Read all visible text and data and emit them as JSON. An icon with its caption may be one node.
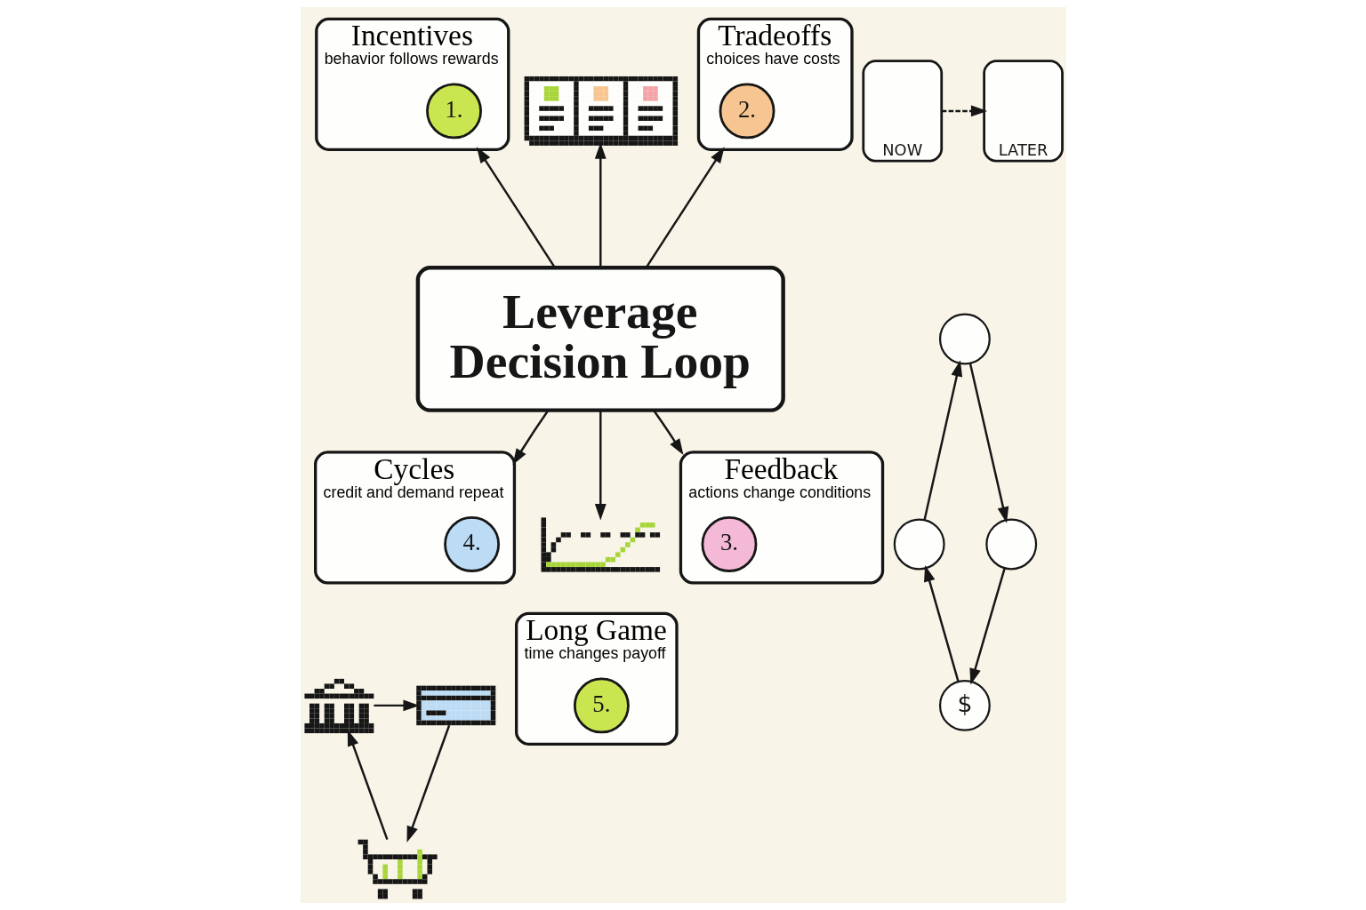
{
  "diagram": {
    "nodes": [
      {
        "text": [],
        "shape": "picture"
      },
      {
        "text": [
          "NOW"
        ]
      },
      {
        "text": [
          "LATER"
        ]
      },
      {
        "text": [
          "Incentives",
          "behavior follows rewards"
        ]
      },
      {
        "text": [
          "1."
        ],
        "in": 3
      },
      {
        "text": [
          "Tradeoffs",
          "choices have costs"
        ]
      },
      {
        "text": [
          "2."
        ],
        "in": 5
      },
      {
        "text": [
          "Leverage Decision Loop"
        ]
      },
      {
        "text": [],
        "shape": "circle"
      },
      {
        "text": [],
        "shape": "circle"
      },
      {
        "text": [],
        "shape": "circle"
      },
      {
        "text": [
          "$"
        ]
      },
      {
        "text": [
          "Cycles",
          "credit and demand repeat"
        ]
      },
      {
        "text": [
          "4."
        ],
        "in": 12
      },
      {
        "text": [],
        "shape": "picture"
      },
      {
        "text": [
          "Feedback",
          "actions change conditions"
        ]
      },
      {
        "text": [
          "3."
        ],
        "in": 15
      },
      {
        "text": [],
        "shape": "picture"
      },
      {
        "text": [],
        "shape": "picture"
      },
      {
        "text": [],
        "shape": "picture"
      },
      {
        "text": [
          "Long Game",
          "time changes payoff"
        ]
      },
      {
        "text": [
          "5."
        ],
        "in": 20
      }
    ],
    "edges": [
      {
        "from": 7,
        "to": 3,
        "arrow": "to"
      },
      {
        "from": 7,
        "to": 0,
        "arrow": "to"
      },
      {
        "from": 7,
        "to": 5,
        "arrow": "to"
      },
      {
        "from": 1,
        "to": 2,
        "arrow": "to",
        "style": "dashed"
      },
      {
        "from": 7,
        "to": 12,
        "arrow": "to"
      },
      {
        "from": 7,
        "to": 14,
        "arrow": "to"
      },
      {
        "from": 7,
        "to": 15,
        "arrow": "to"
      },
      {
        "from": 8,
        "to": 10,
        "arrow": "to"
      },
      {
        "from": 10,
        "to": 11,
        "arrow": "to"
      },
      {
        "from": 11,
        "to": 9,
        "arrow": "to"
      },
      {
        "from": 9,
        "to": 8,
        "arrow": "to"
      },
      {
        "from": 17,
        "to": 18,
        "arrow": "to"
      },
      {
        "from": 18,
        "to": 19,
        "arrow": "to"
      },
      {
        "from": 19,
        "to": 17,
        "arrow": "to"
      }
    ]
  }
}
